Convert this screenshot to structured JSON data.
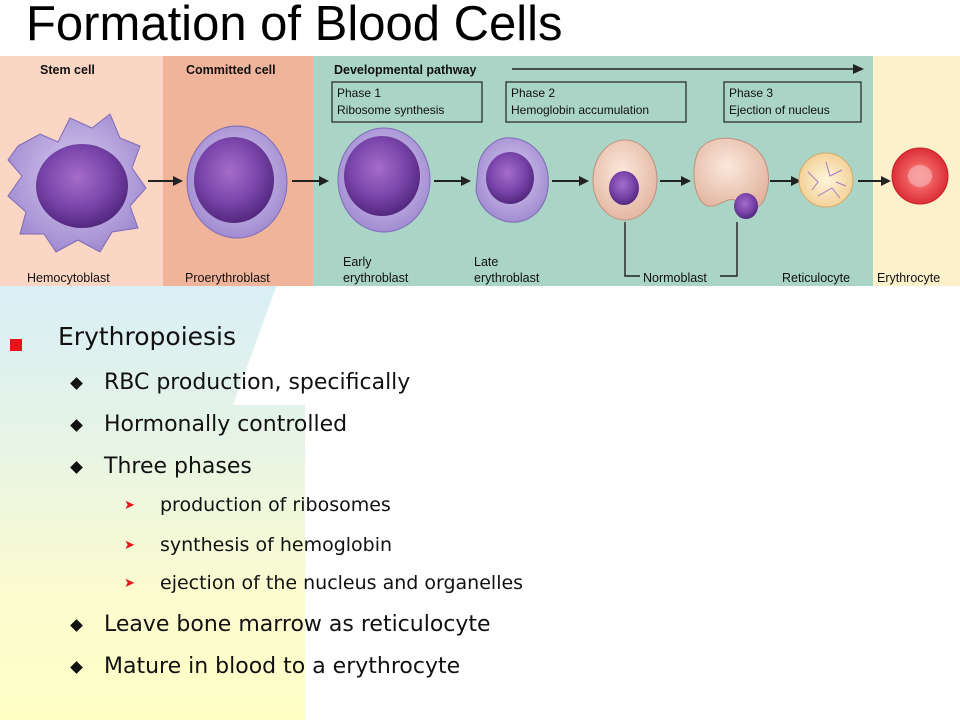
{
  "title": "Formation of Blood Cells",
  "figure": {
    "headers": {
      "stem": "Stem cell",
      "committed": "Committed cell",
      "pathway": "Developmental pathway"
    },
    "phases": [
      {
        "name": "Phase 1",
        "desc": "Ribosome synthesis"
      },
      {
        "name": "Phase 2",
        "desc": "Hemoglobin accumulation"
      },
      {
        "name": "Phase 3",
        "desc": "Ejection of nucleus"
      }
    ],
    "cells": {
      "hemocytoblast": "Hemocytoblast",
      "proerythroblast": "Proerythroblast",
      "early_1": "Early",
      "early_2": "erythroblast",
      "late_1": "Late",
      "late_2": "erythroblast",
      "normoblast": "Normoblast",
      "reticulocyte": "Reticulocyte",
      "erythrocyte": "Erythrocyte"
    },
    "colors": {
      "stem_bg": "#fbd6c4",
      "committed_bg": "#f0b49a",
      "pathway_bg": "#a9d4c6",
      "erythrocyte_bg": "#fdf1cc",
      "nucleus": "#6b3aa0",
      "cytoplasm": "#b8a6dd"
    }
  },
  "bullets": {
    "main": "Erythropoiesis",
    "items": [
      "RBC production, specifically",
      "Hormonally controlled",
      "Three phases"
    ],
    "sub_items": [
      "production of ribosomes",
      "synthesis of hemoglobin",
      "ejection of the nucleus and organelles"
    ],
    "items_after": [
      "Leave bone marrow as reticulocyte",
      "Mature in blood to a erythrocyte"
    ]
  },
  "accent_color": "#e8141b"
}
